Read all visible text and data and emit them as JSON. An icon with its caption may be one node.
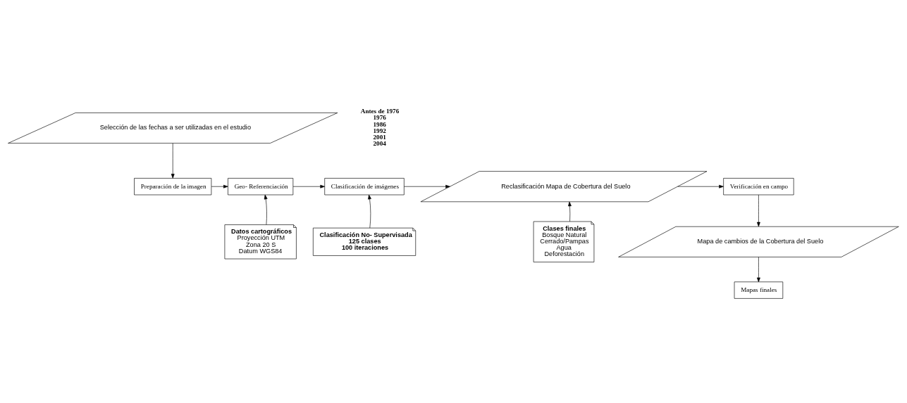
{
  "diagram": {
    "nodes": [
      {
        "text": [
          "Selección de las fechas a ser utilizadas en el estudio"
        ]
      },
      {
        "text": [
          "Preparación de la imagen"
        ]
      },
      {
        "text": [
          "Geo- Referenciación"
        ]
      },
      {
        "text": [
          "Clasificación de imágenes"
        ]
      },
      {
        "text": [
          "Reclasificación Mapa de Cobertura del Suelo"
        ]
      },
      {
        "text": [
          "Verificación en campo"
        ]
      },
      {
        "text": [
          "Mapa de cambios de la Cobertura del Suelo"
        ]
      },
      {
        "text": [
          "Mapas finales"
        ]
      },
      {
        "text": [
          "Datos cartográficos",
          "Proyección UTM",
          "Zona 20 S",
          "Datum WGS84"
        ]
      },
      {
        "text": [
          "Clasificación No- Supervisada",
          "125 clases",
          "100 iteraciones"
        ]
      },
      {
        "text": [
          "Clases finales",
          "Bosque Natural",
          "Cerrado/Pampas",
          "Agua",
          "Deforestación"
        ]
      }
    ],
    "edges": [
      {
        "from": 0,
        "to": 1,
        "arrow": "to"
      },
      {
        "from": 1,
        "to": 2,
        "arrow": "to"
      },
      {
        "from": 2,
        "to": 3,
        "arrow": "to"
      },
      {
        "from": 3,
        "to": 4,
        "arrow": "to"
      },
      {
        "from": 4,
        "to": 5,
        "arrow": "to"
      },
      {
        "from": 5,
        "to": 6,
        "arrow": "to"
      },
      {
        "from": 6,
        "to": 7,
        "arrow": "to"
      },
      {
        "from": 8,
        "to": 2,
        "arrow": "to"
      },
      {
        "from": 9,
        "to": 3,
        "arrow": "to"
      },
      {
        "from": 10,
        "to": 4,
        "arrow": "to"
      }
    ],
    "labels": [
      "Antes de 1976",
      "1976",
      "1986",
      "1992",
      "2001",
      "2004"
    ]
  }
}
